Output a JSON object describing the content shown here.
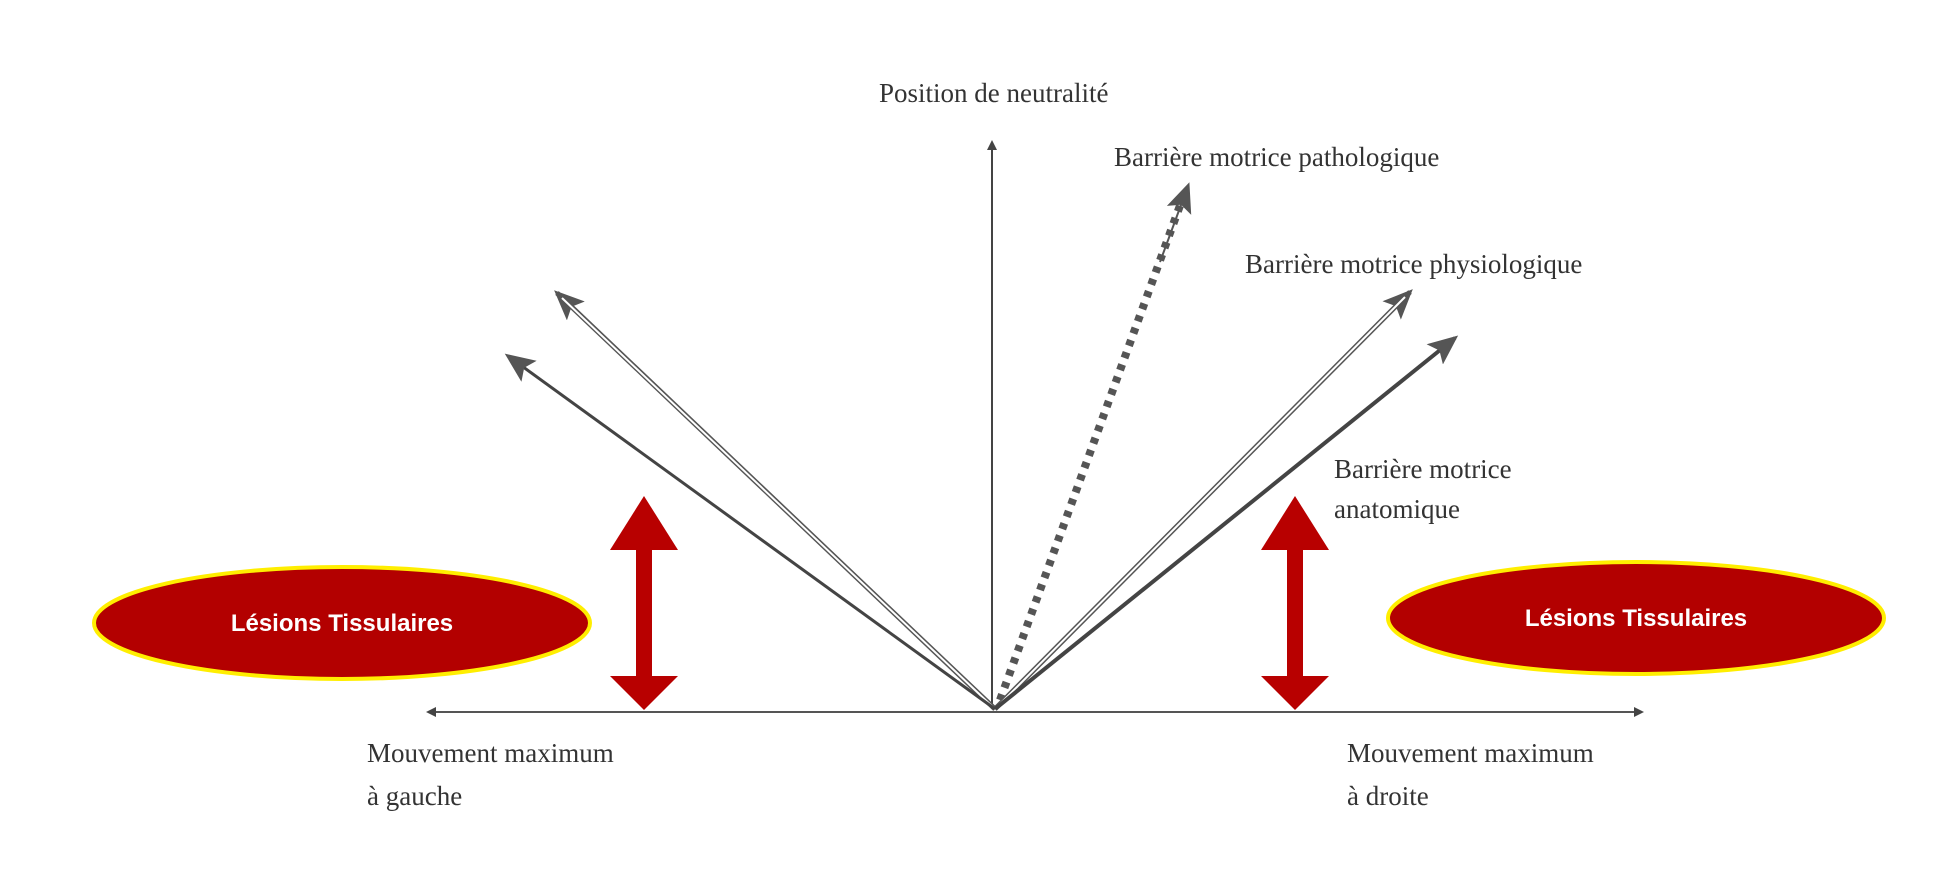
{
  "labels": {
    "neutral": "Position de neutralité",
    "pathological": "Barrière motrice pathologique",
    "physiological": "Barrière motrice physiologique",
    "anatomical_line1": "Barrière motrice",
    "anatomical_line2": "anatomique",
    "left_line1": "Mouvement maximum",
    "left_line2": "à gauche",
    "right_line1": "Mouvement maximum",
    "right_line2": "à droite"
  },
  "lesions": {
    "left": "Lésions Tissulaires",
    "right": "Lésions Tissulaires"
  },
  "colors": {
    "lesion_fill": "#b30000",
    "lesion_border": "#ffee00",
    "red_arrow": "#b80000",
    "line": "#444444"
  }
}
